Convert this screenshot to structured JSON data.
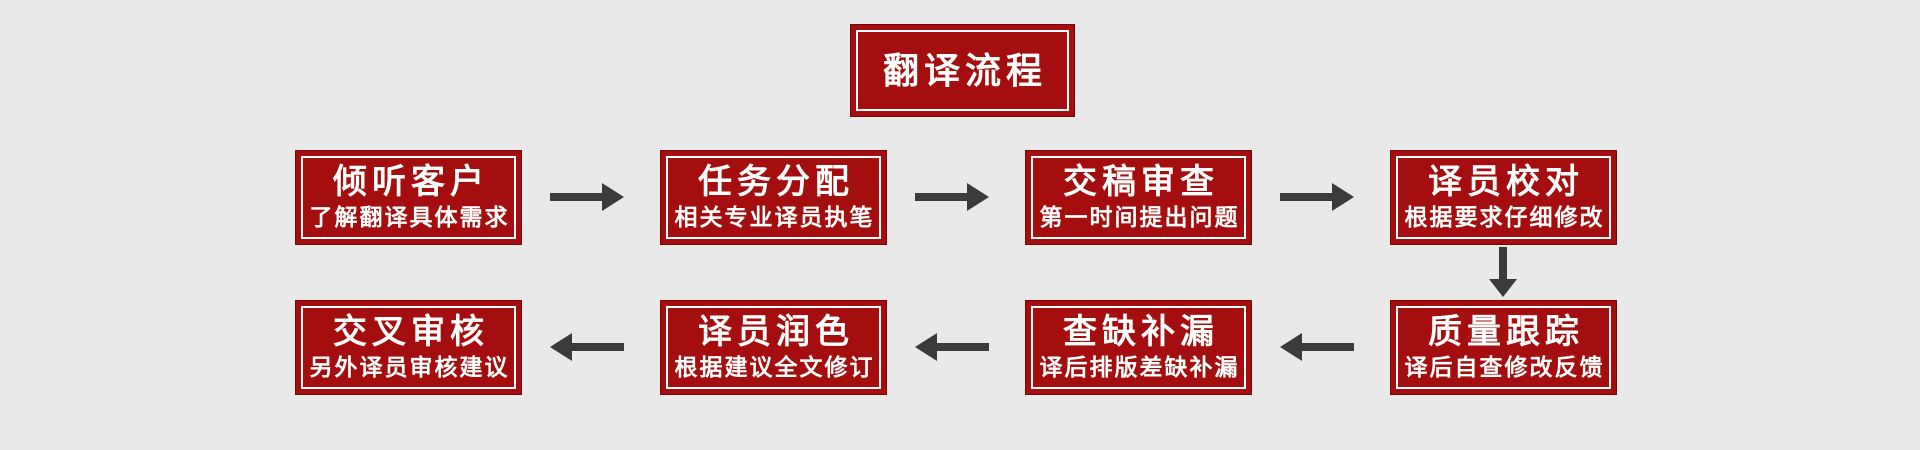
{
  "colors": {
    "background": "#e9e9e9",
    "box_fill": "#a40e0e",
    "box_inner_border": "#ffffff",
    "box_outer_border": "#760707",
    "text": "#ffffff",
    "arrow": "#3b3b3b"
  },
  "title": {
    "label": "翻译流程"
  },
  "flow": {
    "steps": [
      {
        "title": "倾听客户",
        "subtitle": "了解翻译具体需求"
      },
      {
        "title": "任务分配",
        "subtitle": "相关专业译员执笔"
      },
      {
        "title": "交稿审查",
        "subtitle": "第一时间提出问题"
      },
      {
        "title": "译员校对",
        "subtitle": "根据要求仔细修改"
      },
      {
        "title": "质量跟踪",
        "subtitle": "译后自查修改反馈"
      },
      {
        "title": "查缺补漏",
        "subtitle": "译后排版差缺补漏"
      },
      {
        "title": "译员润色",
        "subtitle": "根据建议全文修订"
      },
      {
        "title": "交叉审核",
        "subtitle": "另外译员审核建议"
      }
    ],
    "connectors": [
      {
        "from": "倾听客户",
        "to": "任务分配",
        "direction": "right"
      },
      {
        "from": "任务分配",
        "to": "交稿审查",
        "direction": "right"
      },
      {
        "from": "交稿审查",
        "to": "译员校对",
        "direction": "right"
      },
      {
        "from": "译员校对",
        "to": "质量跟踪",
        "direction": "down"
      },
      {
        "from": "质量跟踪",
        "to": "查缺补漏",
        "direction": "left"
      },
      {
        "from": "查缺补漏",
        "to": "译员润色",
        "direction": "left"
      },
      {
        "from": "译员润色",
        "to": "交叉审核",
        "direction": "left"
      }
    ]
  }
}
